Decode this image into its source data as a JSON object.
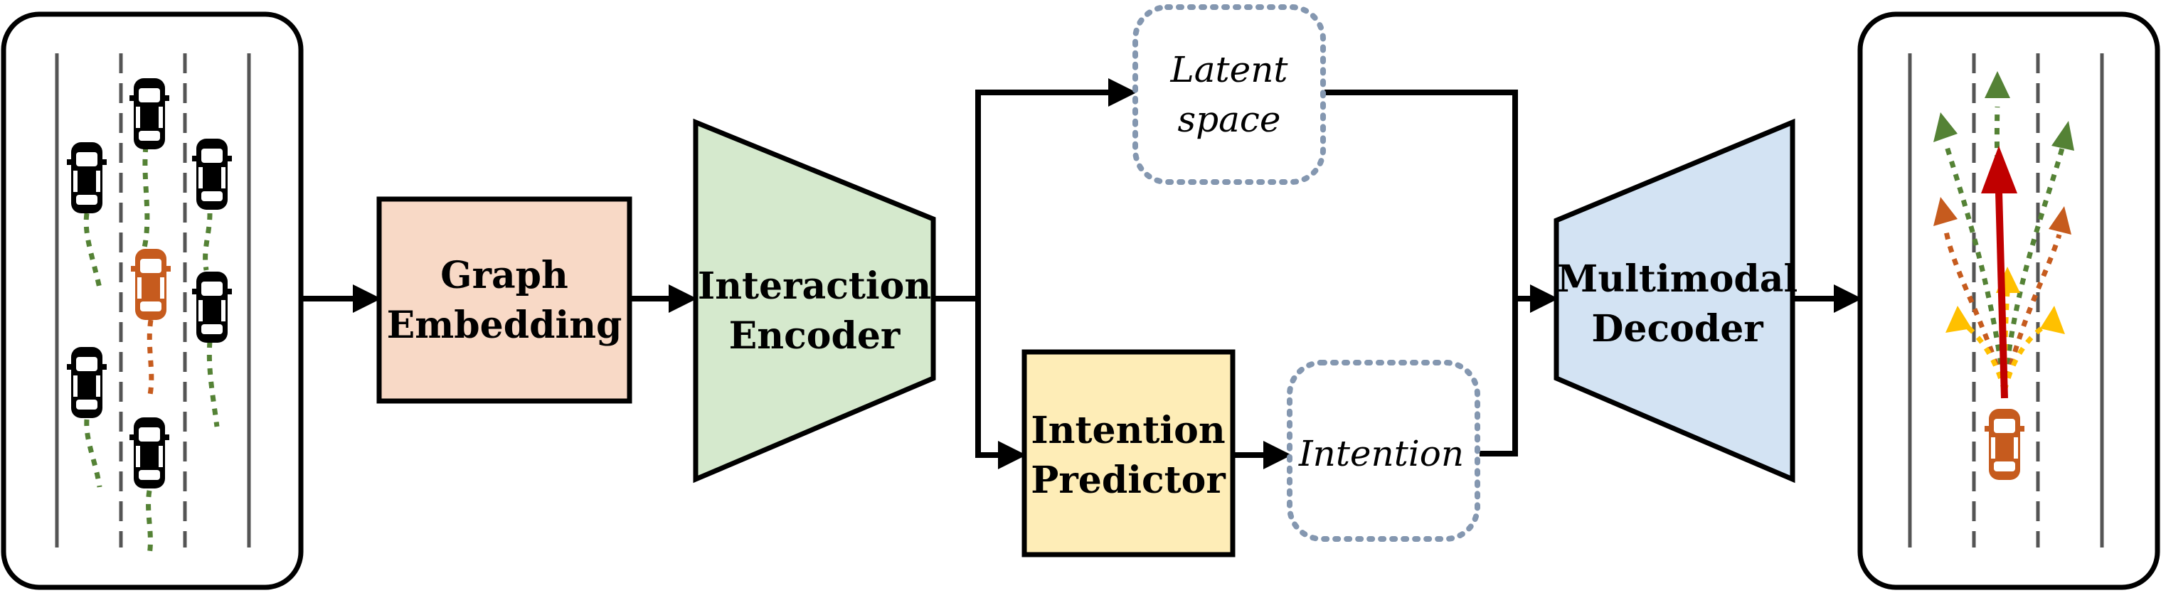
{
  "blocks": {
    "graph_embedding": {
      "line1": "Graph",
      "line2": "Embedding",
      "color": "#F8D9C6"
    },
    "interaction_encoder": {
      "line1": "Interaction",
      "line2": "Encoder",
      "color": "#D5E9CD"
    },
    "intention_predictor": {
      "line1": "Intention",
      "line2": "Predictor",
      "color": "#FEEDB7"
    },
    "multimodal_decoder": {
      "line1": "Multimodal",
      "line2": "Decoder",
      "color": "#D3E3F3"
    }
  },
  "dotted_boxes": {
    "latent_space": {
      "line1": "Latent",
      "line2": "space"
    },
    "intention": {
      "line1": "Intention"
    }
  },
  "colors": {
    "ego_car": "#C65B1E",
    "other_car": "#000000",
    "trail_green": "#548235",
    "trail_orange": "#C65B1E",
    "arrow_red": "#C00000",
    "arrow_yellow": "#FFC000",
    "dotted_border": "#8497B0"
  },
  "icons": [
    "car-icon",
    "ego-car-icon",
    "trajectory-arrow-icon"
  ]
}
